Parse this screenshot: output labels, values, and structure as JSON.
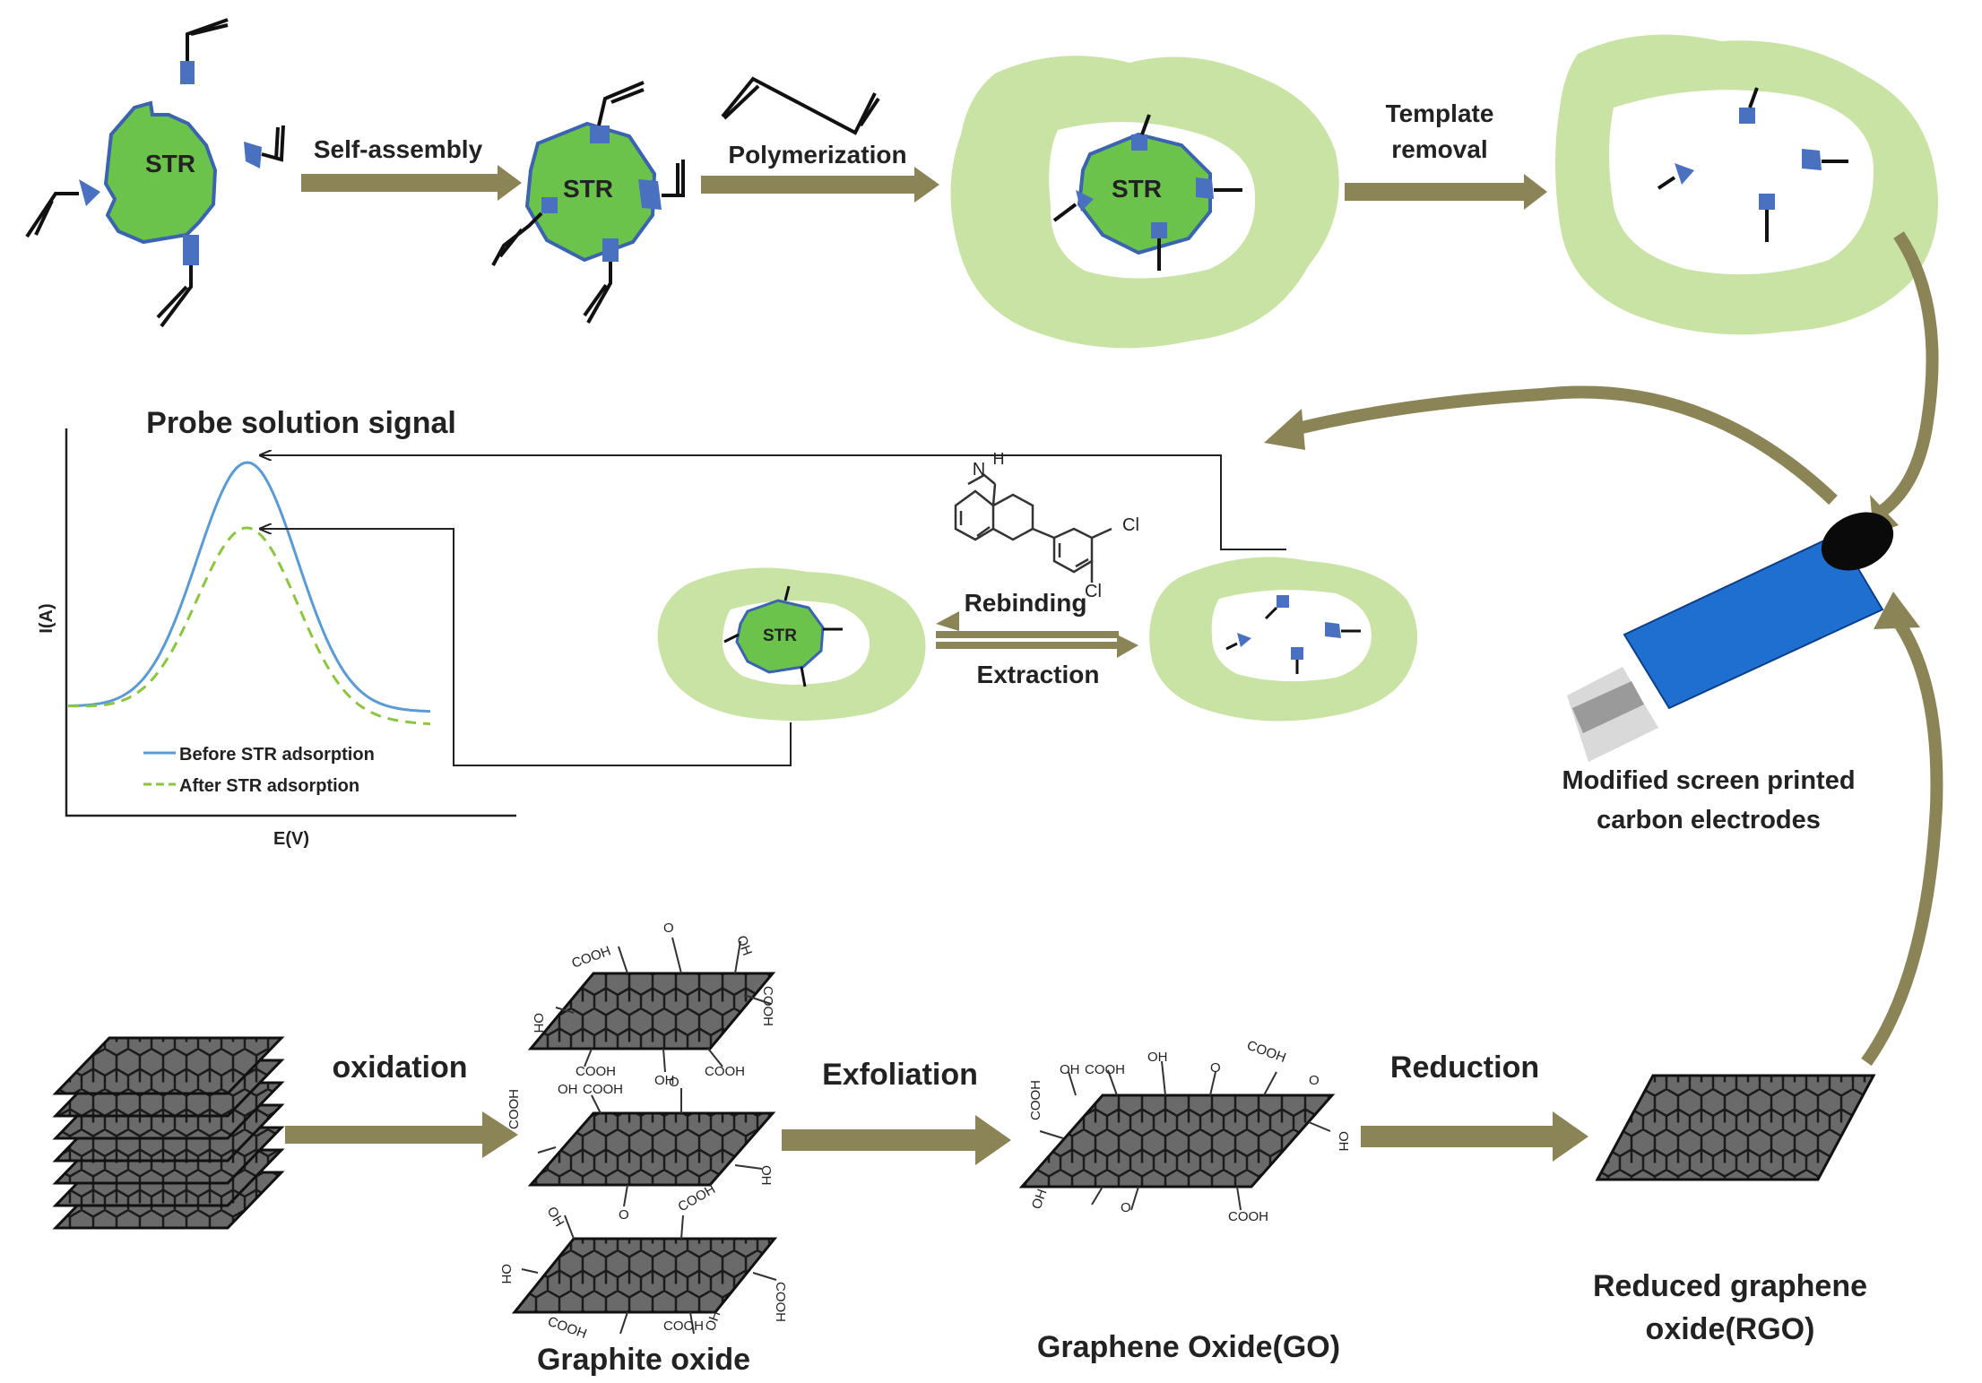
{
  "colors": {
    "arrow": "#8a8457",
    "polymer": "#c9e3a4",
    "template": "#6cc34c",
    "template_edge": "#3a63b0",
    "monomer": "#4a70c0",
    "sheet": "#6a6a6a",
    "curve_before": "#5b9bd5",
    "curve_after": "#8cc63f",
    "electrode": "#1f6fd1"
  },
  "top_row": {
    "template_label": "STR",
    "self_assembly": "Self-assembly",
    "polymerization": "Polymerization",
    "template_removal_1": "Template",
    "template_removal_2": "removal"
  },
  "middle": {
    "rebinding": "Rebinding",
    "extraction": "Extraction",
    "small_template_label": "STR",
    "molecule_atoms": {
      "n": "N",
      "h": "H",
      "cl1": "Cl",
      "cl2": "Cl"
    }
  },
  "graph": {
    "title": "Probe solution signal",
    "ylabel": "I(A)",
    "xlabel": "E(V)",
    "legend_before": "Before STR adsorption",
    "legend_after": "After STR adsorption",
    "chart_data": {
      "type": "line",
      "title": "Probe solution signal",
      "xlabel": "E(V)",
      "ylabel": "I(A)",
      "series": [
        {
          "name": "Before STR adsorption",
          "peak_relative": 1.0,
          "style": "solid"
        },
        {
          "name": "After STR adsorption",
          "peak_relative": 0.76,
          "style": "dashed"
        }
      ]
    }
  },
  "electrode": {
    "label_1": "Modified screen printed",
    "label_2": "carbon electrodes"
  },
  "bottom_row": {
    "oxidation": "oxidation",
    "exfoliation": "Exfoliation",
    "reduction": "Reduction",
    "graphite_oxide": "Graphite oxide",
    "graphene_oxide": "Graphene Oxide(GO)",
    "rgo_1": "Reduced graphene",
    "rgo_2": "oxide(RGO)",
    "groups": {
      "cooh": "COOH",
      "oh": "OH",
      "epoxide": "O"
    }
  }
}
